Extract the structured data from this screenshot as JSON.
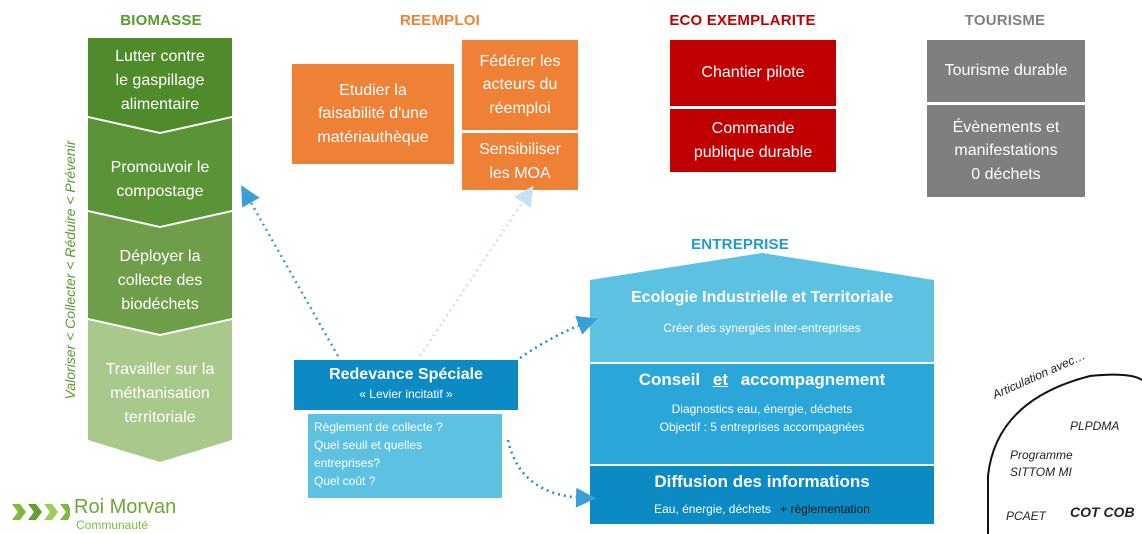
{
  "headers": {
    "biomasse": "BIOMASSE",
    "reemploi": "REEMPLOI",
    "eco": "ECO EXEMPLARITE",
    "tourisme": "TOURISME",
    "entreprise": "ENTREPRISE"
  },
  "biomasse": {
    "vertical_caption": "Valoriser < Collecter < Réduire < Prévenir",
    "steps": [
      "Lutter contre\nle gaspillage\nalimentaire",
      "Promouvoir le\ncompostage",
      "Déployer la\ncollecte des\nbiodéchets",
      "Travailler sur la\nméthanisation\nterritoriale"
    ]
  },
  "reemploi": {
    "left": "Etudier la\nfaisabilité d'une\nmatériauthèque",
    "right_top": "Fédérer les\nacteurs du\nréemploi",
    "right_bottom": "Sensibiliser\nles MOA"
  },
  "eco": {
    "box1": "Chantier pilote",
    "box2": "Commande\npublique durable"
  },
  "tourisme": {
    "box1": "Tourisme durable",
    "box2": "Évènements et\nmanifestations\n0 déchets"
  },
  "entreprise": {
    "eit_title": "Ecologie Industrielle et Territoriale",
    "eit_sub": "Créer des synergies inter-entreprises",
    "conseil_title_a": "Conseil",
    "conseil_title_b": "et",
    "conseil_title_c": "accompagnement",
    "conseil_sub": "Diagnostics eau, énergie, déchets\nObjectif : 5 entreprises accompagnées",
    "diffusion_title": "Diffusion des informations",
    "diffusion_sub_a": "Eau, énergie, déchets",
    "diffusion_sub_b": "+ règlementation"
  },
  "redevance": {
    "title": "Redevance Spéciale",
    "subtitle": "« Levier incitatif »",
    "questions": "Règlement de collecte ?\nQuel seuil et quelles\nentreprises?\nQuel coût ?"
  },
  "articulation": {
    "caption": "Articulation avec…",
    "plpdma": "PLPDMA",
    "programme": "Programme\nSITTOM MI",
    "pcaet": "PCAET",
    "cotcob": "COT COB"
  },
  "logo": {
    "name": "Roi Morvan",
    "sub": "Communauté"
  },
  "colors": {
    "green_dark": "#4f8a2b",
    "green_mid": "#6f9e4a",
    "green_light": "#a9c98c",
    "orange": "#ef8137",
    "red": "#c00000",
    "grey": "#7f7f7f",
    "blue_light": "#5dc1e2",
    "blue_mid": "#2aa6d8",
    "blue_dark": "#0b8ac4"
  }
}
